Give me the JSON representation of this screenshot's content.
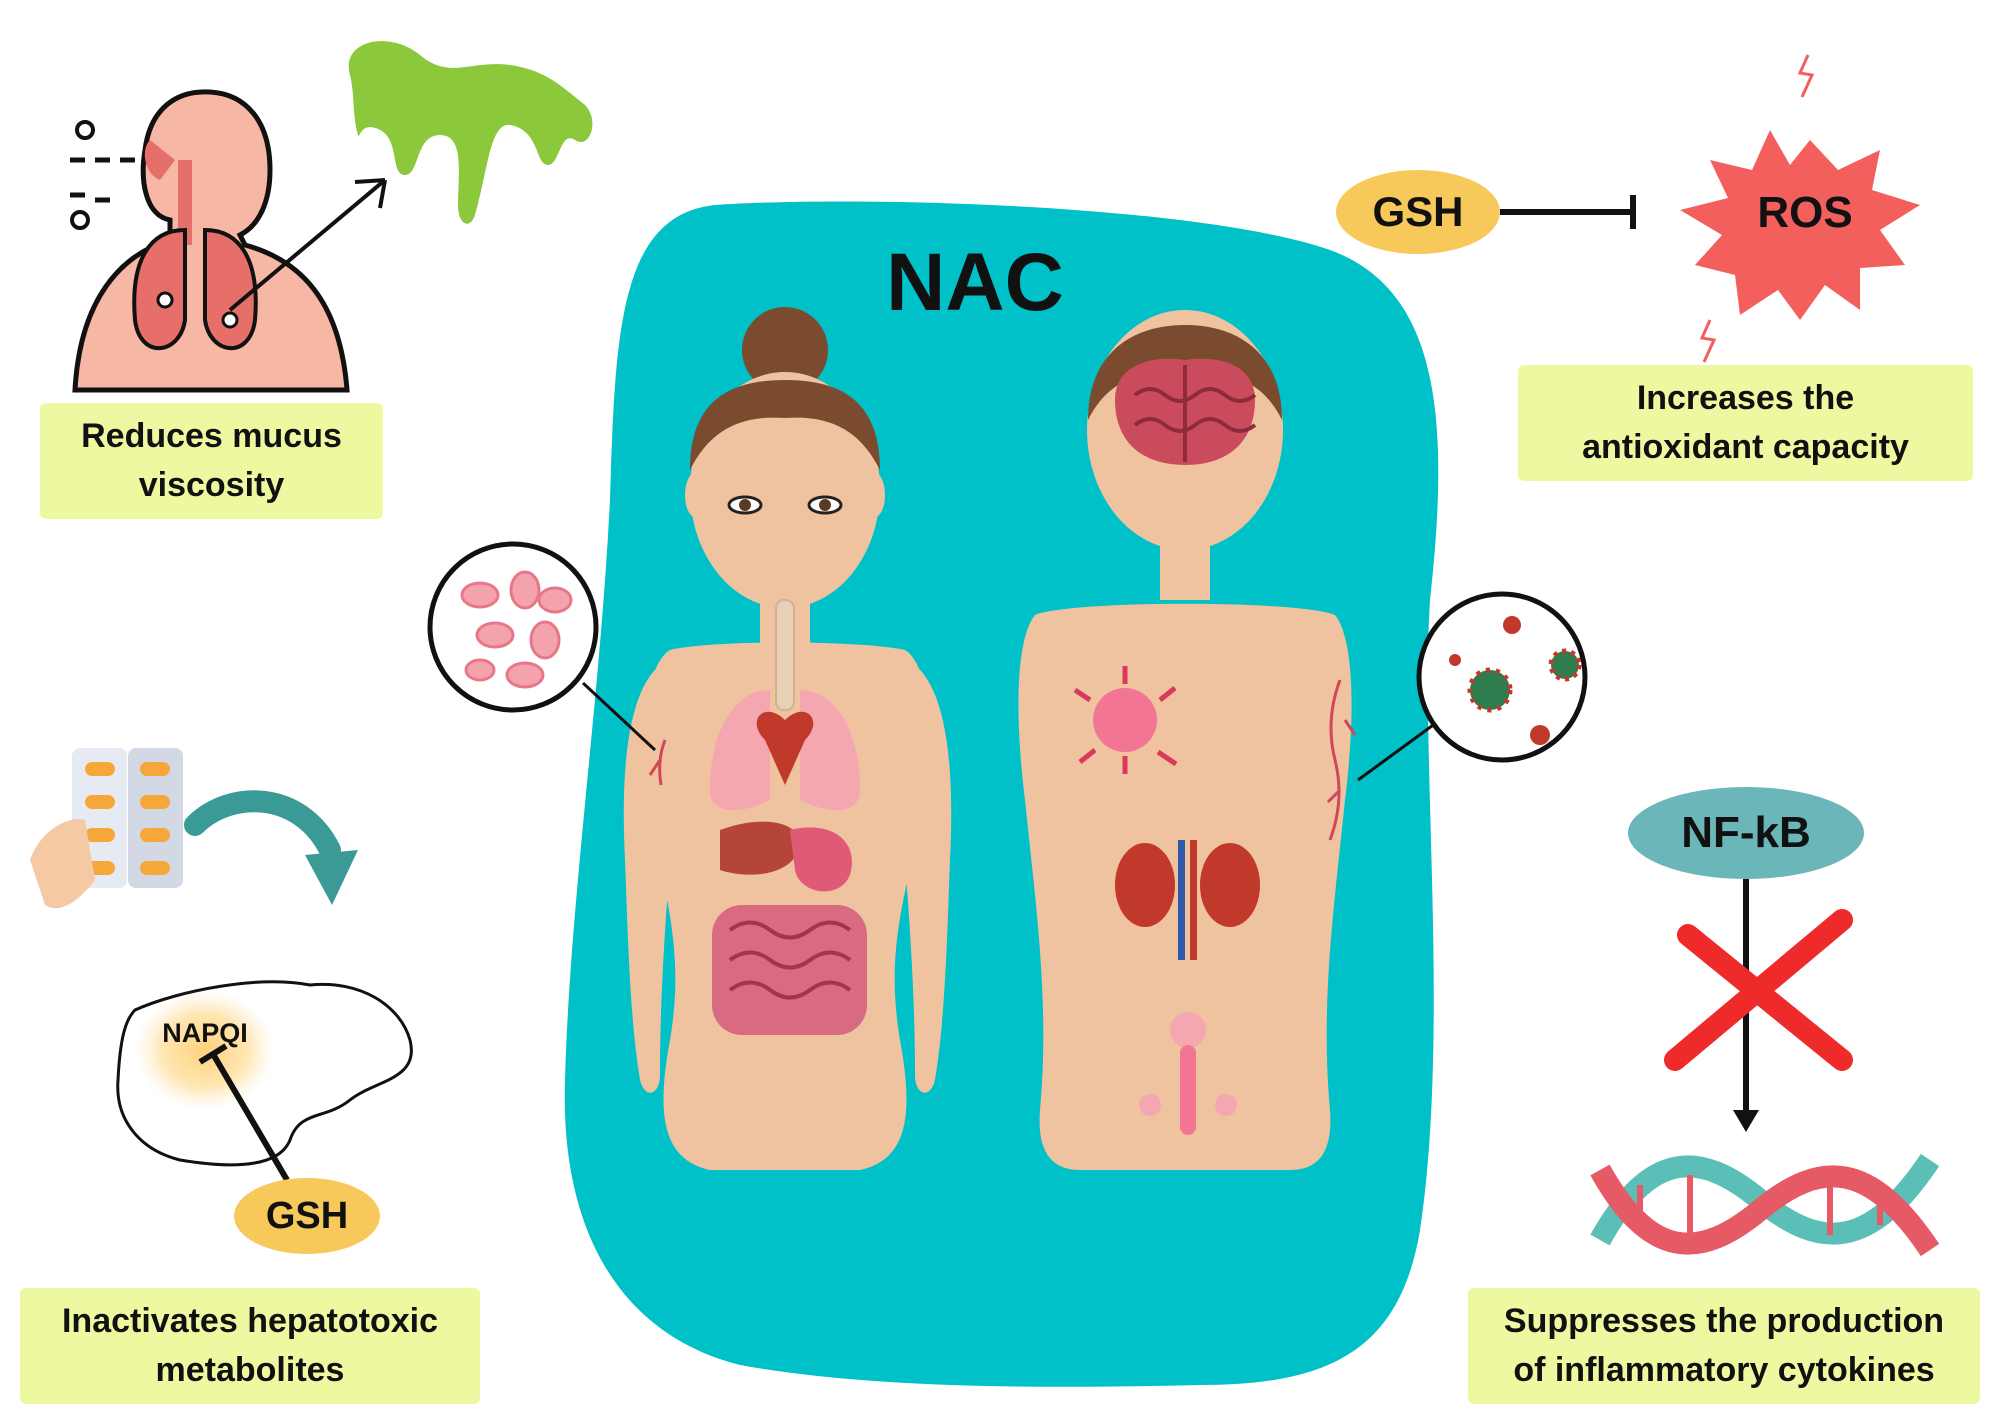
{
  "center": {
    "title": "NAC",
    "panel_color": "#00c0c8"
  },
  "mucus": {
    "label": "Reduces mucus viscosity",
    "label_line1": "Reduces mucus",
    "label_line2": "viscosity",
    "mucus_color": "#8bc83c"
  },
  "antioxidant": {
    "gsh": "GSH",
    "ros": "ROS",
    "label_line1": "Increases the",
    "label_line2": "antioxidant capacity",
    "ros_color": "#f25f5c",
    "gsh_color": "#f7c85a"
  },
  "hepatic": {
    "napqi": "NAPQI",
    "gsh": "GSH",
    "label_line1": "Inactivates hepatotoxic",
    "label_line2": "metabolites",
    "arrow_color": "#3a9a95"
  },
  "inflammation": {
    "nfkb": "NF-kB",
    "label_line1": "Suppresses the production",
    "label_line2": "of inflammatory cytokines",
    "nfkb_color": "#6bb6b8",
    "cross_color": "#ef2a2a"
  },
  "icons": [
    "lungs-breathing-icon",
    "mucus-blob-icon",
    "pill-pack-icon",
    "liver-icon",
    "ros-burst-icon",
    "red-blood-cells-icon",
    "virus-cells-icon",
    "dna-helix-icon",
    "female-body-icon",
    "male-body-icon"
  ]
}
